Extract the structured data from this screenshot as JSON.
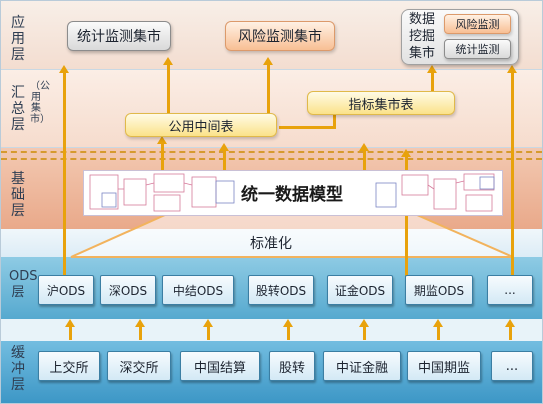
{
  "layers": {
    "app": "应用层",
    "summary": "汇总层",
    "summary_sub": "（公用集市）",
    "base": "基础层",
    "ods": "ODS层",
    "buffer": "缓冲层"
  },
  "app_marts": {
    "stat": "统计监测集市",
    "risk": "风险监测集市",
    "mining_title": "数据挖掘集市",
    "mining_risk": "风险监测",
    "mining_stat": "统计监测"
  },
  "summary_items": {
    "public_mid": "公用中间表",
    "index_mart": "指标集市表"
  },
  "base_items": {
    "model": "统一数据模型",
    "standardize": "标准化"
  },
  "ods_cells": [
    "沪ODS",
    "深ODS",
    "中结ODS",
    "股转ODS",
    "证金ODS",
    "期监ODS",
    "..."
  ],
  "buffer_cells": [
    "上交所",
    "深交所",
    "中国结算",
    "股转",
    "中证金融",
    "中国期监",
    "..."
  ],
  "colors": {
    "arrow": "#e8a20c",
    "ods_band": "#56a9cf",
    "buffer_band": "#3d97c6",
    "base_band": "#e9a98a"
  }
}
